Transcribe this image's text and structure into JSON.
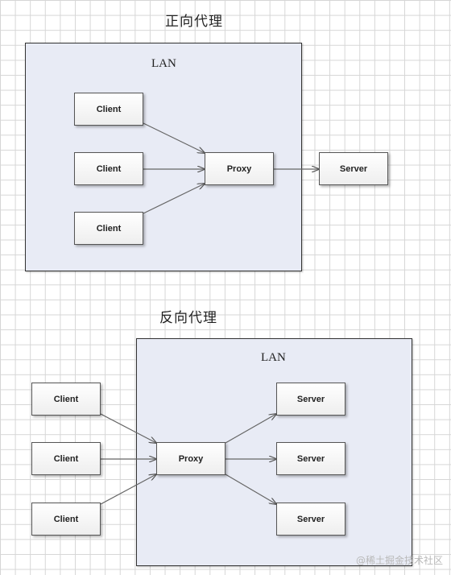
{
  "forward": {
    "title": "正向代理",
    "lan_label": "LAN",
    "clients": [
      "Client",
      "Client",
      "Client"
    ],
    "proxy": "Proxy",
    "server": "Server"
  },
  "reverse": {
    "title": "反向代理",
    "lan_label": "LAN",
    "clients": [
      "Client",
      "Client",
      "Client"
    ],
    "proxy": "Proxy",
    "servers": [
      "Server",
      "Server",
      "Server"
    ]
  },
  "watermark": "@稀土掘金技术社区"
}
